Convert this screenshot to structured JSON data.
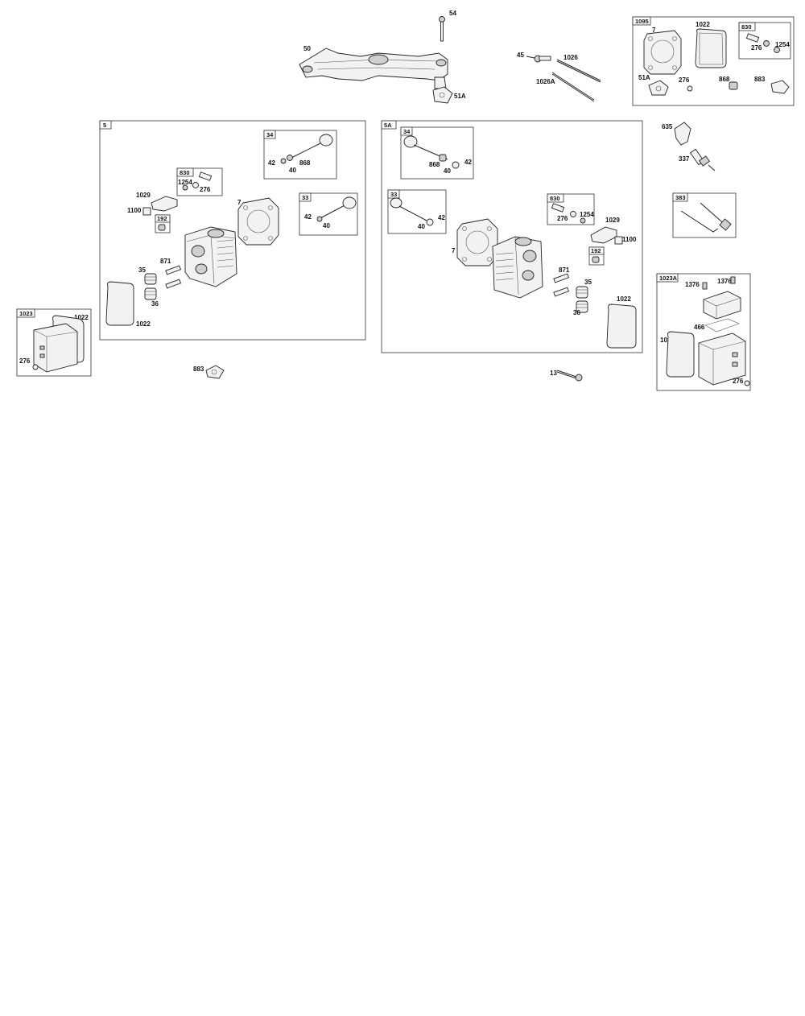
{
  "diagram": {
    "callouts": {
      "c54": "54",
      "c50": "50",
      "c51a_top": "51A",
      "c45": "45",
      "c1026": "1026",
      "c1026a": "1026A",
      "c635": "635",
      "c337": "337",
      "c883_bottom": "883",
      "c13": "13"
    },
    "groups": {
      "g1095": {
        "tag": "1095",
        "labels": {
          "l7": "7",
          "l1022": "1022",
          "l51a": "51A",
          "l276": "276",
          "l868": "868",
          "l883": "883"
        }
      },
      "g1095_830": {
        "tag": "830",
        "labels": {
          "l276": "276",
          "l1254": "1254"
        }
      },
      "g5": {
        "tag": "5",
        "labels": {
          "l1029": "1029",
          "l1100": "1100",
          "l7": "7",
          "l35": "35",
          "l871": "871",
          "l36": "36",
          "l1022": "1022"
        }
      },
      "g5_34": {
        "tag": "34",
        "labels": {
          "l42": "42",
          "l40": "40",
          "l868": "868"
        }
      },
      "g5_830": {
        "tag": "830",
        "labels": {
          "l1254": "1254",
          "l276": "276"
        }
      },
      "g5_192": {
        "tag": "192"
      },
      "g5_33": {
        "tag": "33",
        "labels": {
          "l42": "42",
          "l40": "40"
        }
      },
      "g5a": {
        "tag": "5A",
        "labels": {
          "l7": "7",
          "l1029": "1029",
          "l1100": "1100",
          "l871": "871",
          "l35": "35",
          "l36": "36",
          "l1022": "1022"
        }
      },
      "g5a_34": {
        "tag": "34",
        "labels": {
          "l868": "868",
          "l40": "40",
          "l42": "42"
        }
      },
      "g5a_33": {
        "tag": "33",
        "labels": {
          "l40": "40",
          "l42": "42"
        }
      },
      "g5a_830": {
        "tag": "830",
        "labels": {
          "l276": "276",
          "l1254": "1254"
        }
      },
      "g5a_192": {
        "tag": "192"
      },
      "g383": {
        "tag": "383"
      },
      "g1023": {
        "tag": "1023",
        "labels": {
          "l1022": "1022",
          "l276": "276"
        }
      },
      "g1023a": {
        "tag": "1023A",
        "labels": {
          "l1376a": "1376",
          "l1376b": "1376",
          "l466": "466",
          "l1022": "1022",
          "l276": "276"
        }
      }
    }
  }
}
